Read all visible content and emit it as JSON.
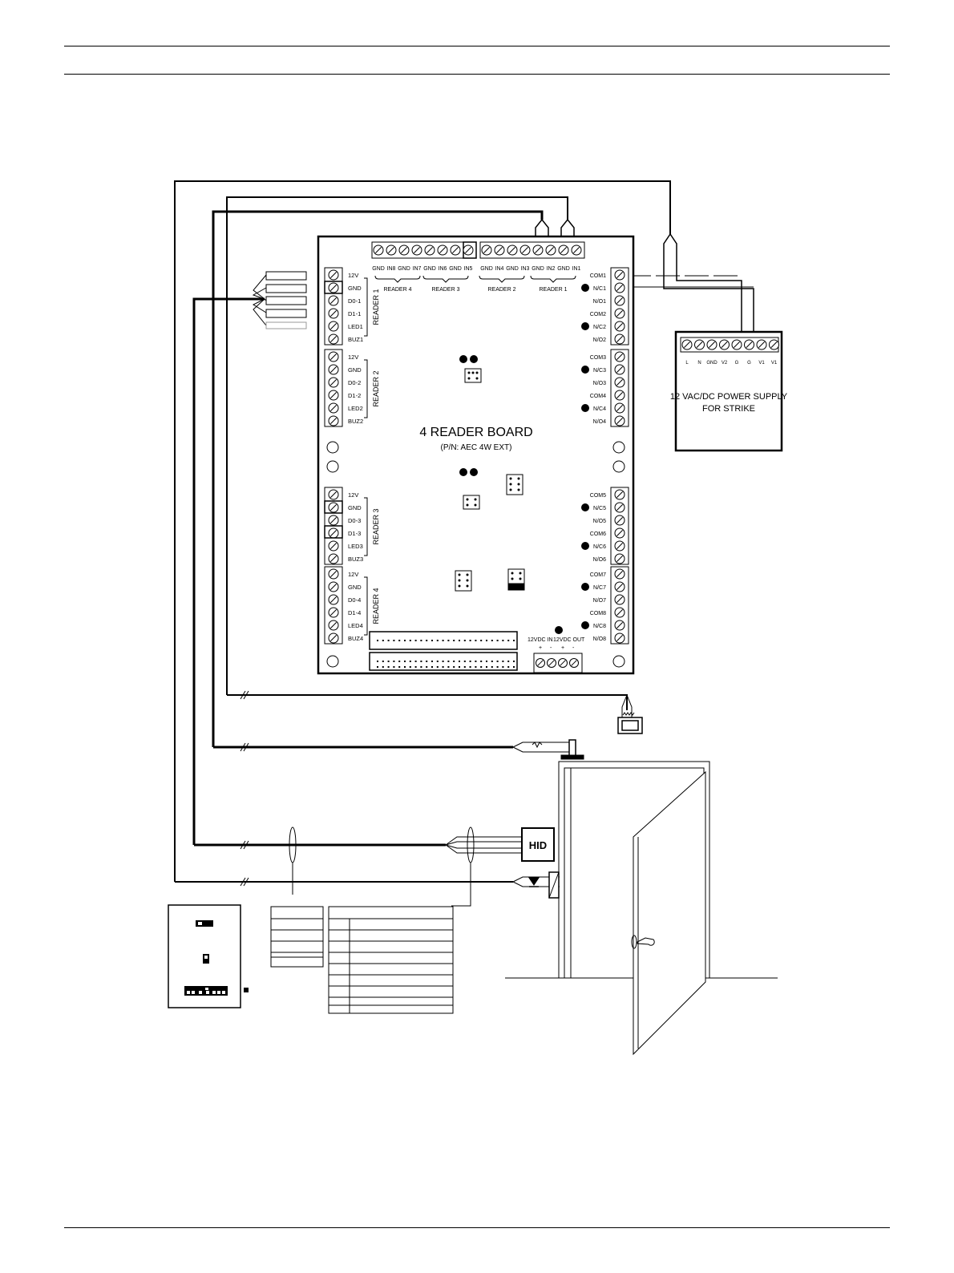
{
  "board": {
    "title": "4 READER BOARD",
    "part_number": "(P/N: AEC 4W EXT)",
    "top_groups": [
      "READER 4",
      "READER 3",
      "READER 2",
      "READER 1"
    ],
    "top_terminals": [
      "GND",
      "IN8",
      "GND",
      "IN7",
      "GND",
      "IN6",
      "GND",
      "IN5",
      "GND",
      "IN4",
      "GND",
      "IN3",
      "GND",
      "IN2",
      "GND",
      "IN1"
    ],
    "reader_sections": [
      {
        "name": "READER 1",
        "terminals": [
          "12V",
          "GND",
          "D0-1",
          "D1-1",
          "LED1",
          "BUZ1"
        ]
      },
      {
        "name": "READER 2",
        "terminals": [
          "12V",
          "GND",
          "D0-2",
          "D1-2",
          "LED2",
          "BUZ2"
        ]
      },
      {
        "name": "READER 3",
        "terminals": [
          "12V",
          "GND",
          "D0-3",
          "D1-3",
          "LED3",
          "BUZ3"
        ]
      },
      {
        "name": "READER 4",
        "terminals": [
          "12V",
          "GND",
          "D0-4",
          "D1-4",
          "LED4",
          "BUZ4"
        ]
      }
    ],
    "relay_terminals": [
      [
        "COM1",
        "N/C1",
        "N/O1",
        "COM2",
        "N/C2",
        "N/O2"
      ],
      [
        "COM3",
        "N/C3",
        "N/O3",
        "COM4",
        "N/C4",
        "N/O4"
      ],
      [
        "COM5",
        "N/C5",
        "N/O5",
        "COM6",
        "N/C6",
        "N/O6"
      ],
      [
        "COM7",
        "N/C7",
        "N/O7",
        "COM8",
        "N/C8",
        "N/O8"
      ]
    ],
    "power_labels": [
      "12VDC IN",
      "12VDC OUT"
    ],
    "power_signs": [
      "+",
      "-",
      "+",
      "-"
    ]
  },
  "power_supply": {
    "title_line1": "12 VAC/DC POWER SUPPLY",
    "title_line2": "FOR STRIKE",
    "terminals": [
      "L",
      "N",
      "GND",
      "V2",
      "G",
      "G",
      "V1",
      "V1"
    ]
  },
  "reader_device": {
    "label": "HID"
  }
}
